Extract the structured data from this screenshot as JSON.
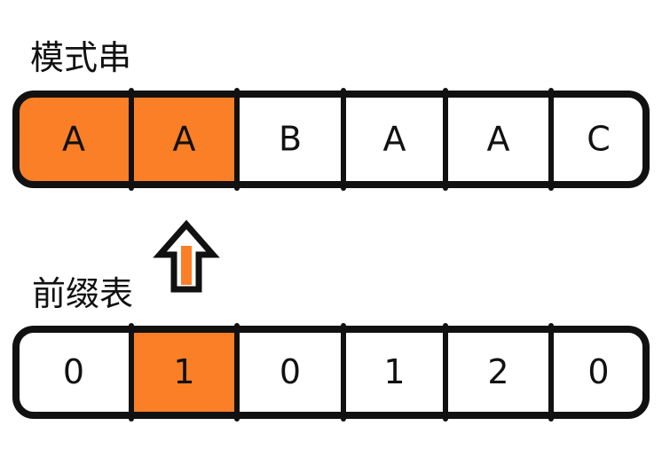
{
  "pattern": {
    "label": "模式串",
    "cells": [
      "A",
      "A",
      "B",
      "A",
      "A",
      "C"
    ],
    "highlighted": [
      0,
      1
    ]
  },
  "prefix_table": {
    "label": "前缀表",
    "cells": [
      "0",
      "1",
      "0",
      "1",
      "2",
      "0"
    ],
    "highlighted": [
      1
    ]
  },
  "arrow": {
    "direction": "up",
    "points_to_pattern_index": 1
  },
  "colors": {
    "highlight": "#fb7f26",
    "cell_fill": "#ffffff",
    "border": "#111111",
    "arrow_fill": "#fb7f26"
  }
}
